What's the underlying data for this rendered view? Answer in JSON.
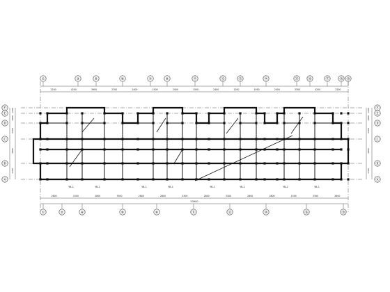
{
  "axes_x_top": [
    "①",
    "③",
    "⑤",
    "⑥",
    "⑦",
    "⑧",
    "⑪",
    "⑫",
    "⑬",
    "⑭",
    "⑮",
    "⑯",
    "⑰",
    "⑱",
    "⑲"
  ],
  "axes_x_bottom": [
    "①",
    "②",
    "④",
    "⑥",
    "⑧",
    "⑪",
    "⑫",
    "⑭",
    "⑯",
    "⑲"
  ],
  "axes_y_left": [
    "Ⓕ",
    "Ⓔ",
    "Ⓓ",
    "Ⓒ",
    "Ⓑ",
    "Ⓐ"
  ],
  "axes_y_right": [
    "Ⓕ",
    "Ⓔ",
    "Ⓓ",
    "Ⓒ",
    "Ⓑ",
    "Ⓐ"
  ],
  "dims_top": [
    "2200",
    "4200",
    "3900",
    "2700",
    "2400",
    "1500",
    "2400",
    "1500",
    "2400",
    "1200",
    "1950",
    "2400",
    "3300",
    "4200",
    "2200"
  ],
  "dims_bottom": [
    "2800",
    "1500",
    "2800",
    "3300",
    "2800",
    "2800",
    "3300",
    "2800",
    "3300",
    "2800",
    "2800",
    "1500",
    "3300",
    "2800"
  ],
  "dim_total": "53900",
  "dims_right": [
    "1200",
    "1800",
    "2400",
    "4800",
    "1500"
  ],
  "dims_left": [
    "1200",
    "1800",
    "2400",
    "4800",
    "1500"
  ],
  "room_labels": [
    "YB-1",
    "YB-1",
    "YB-1",
    "YB-1",
    "YB-1",
    "YB-1",
    "YB-1",
    "YB-1"
  ],
  "colors": {
    "line": "#333333",
    "wall": "#111111",
    "paper": "#ffffff"
  }
}
